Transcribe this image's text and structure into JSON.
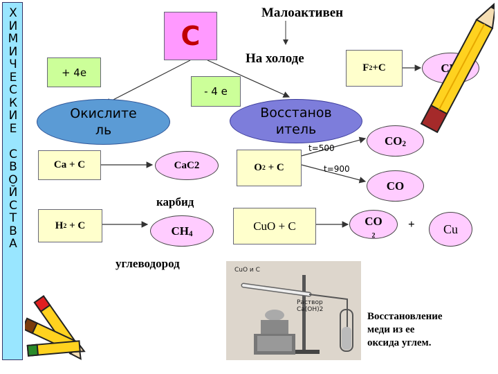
{
  "sidebar": {
    "letters": [
      "Х",
      "И",
      "М",
      "И",
      "Ч",
      "Е",
      "С",
      "К",
      "И",
      "Е",
      " ",
      "С",
      "В",
      "О",
      "Й",
      "С",
      "Т",
      "В",
      "А"
    ]
  },
  "header": {
    "low_activity": "Малоактивен",
    "cold": "На холоде"
  },
  "nodes": {
    "carbon": "C",
    "plus4e": "+ 4е",
    "minus4e": "- 4 е",
    "oxidizer": [
      "Окислите",
      "ль"
    ],
    "reducer": [
      "Восстанов",
      "итель"
    ],
    "f2c": {
      "main": "F",
      "sub": "2",
      "rest": "+C"
    },
    "cf4": {
      "main": "CF",
      "sub": "4"
    },
    "cac": "Ca + C",
    "cac2": "CaC2",
    "o2c": {
      "main": "O",
      "sub": "2",
      "rest": " + C"
    },
    "co2_top": {
      "main": "CO",
      "sub": "2"
    },
    "co": "CO",
    "h2c": {
      "main": "H",
      "sub": "2",
      "rest": " + C"
    },
    "ch4": {
      "main": "CH",
      "sub": "4"
    },
    "cuoc": "CuO + C",
    "co2_mid": {
      "main": "CO",
      "sub": "2"
    },
    "plus": "+",
    "cu": "Cu"
  },
  "labels": {
    "t500": "t=500",
    "t900": "t=900",
    "carbide": "карбид",
    "hydrocarbon": "углеводород",
    "caption": [
      "Восстановление",
      "меди из ее",
      "оксида углем."
    ]
  },
  "photo": {
    "label_top": "CuO и C",
    "label_solution": [
      "Раствор",
      "Ca(OH)2"
    ]
  },
  "colors": {
    "sidebar": "#99e6ff",
    "green": "#ccff99",
    "yellow": "#ffffcc",
    "pink": "#ff99ff",
    "oval_blue": "#5b9bd5",
    "oval_purple": "#7d7ddb"
  }
}
